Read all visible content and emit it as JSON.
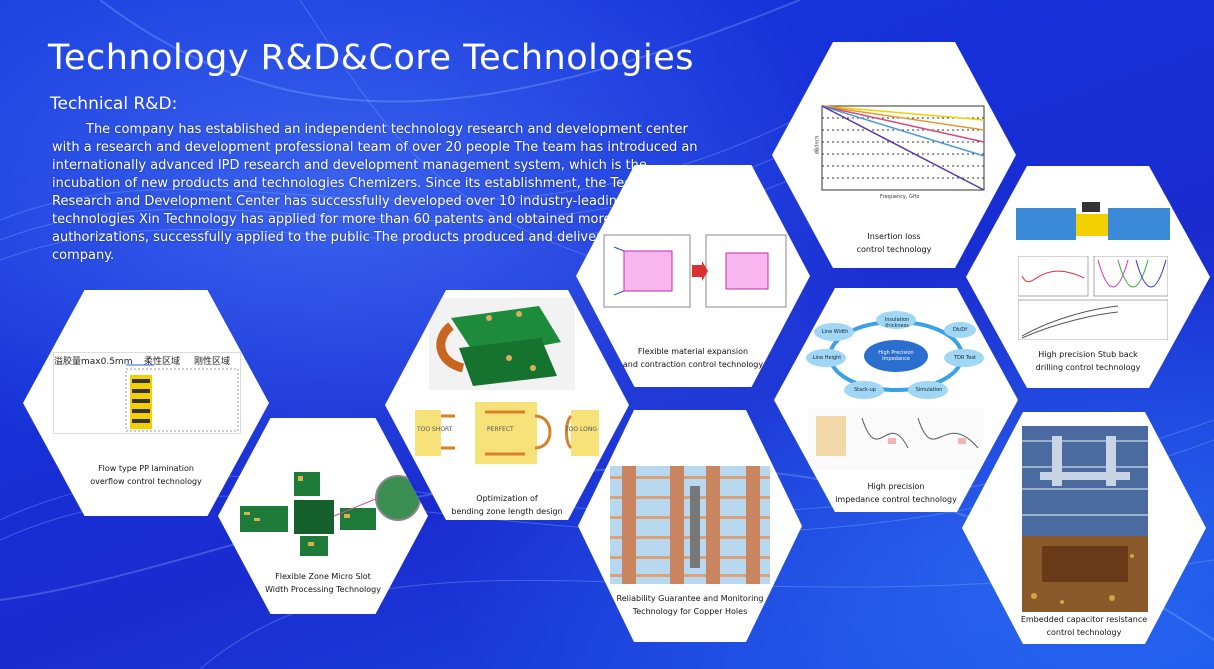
{
  "page": {
    "title": "Technology R&D&Core Technologies",
    "subtitle": "Technical R&D:",
    "paragraph": "The company has established an independent technology research and development center with a research and development professional team of over 20 people The team has introduced an internationally advanced IPD research and development management system, which is the incubation of new products and technologies Chemizers. Since its establishment, the Technology Research and Development Center has successfully developed over 10 industry-leading core technologies Xin Technology has applied for more than 60 patents and obtained more than 50 authorizations, successfully applied to the public The products produced and delivered by the company."
  },
  "tiles": {
    "flow_pp": {
      "caption1": "Flow type PP lamination",
      "caption2": "overflow control technology",
      "label_a": "溢胶量max0.5mm",
      "label_b": "柔性区域",
      "label_c": "刚性区域"
    },
    "micro_slot": {
      "caption1": "Flexible Zone Micro Slot",
      "caption2": "Width Processing Technology"
    },
    "bending": {
      "caption1": "Optimization of",
      "caption2": "bending zone length design",
      "label_a": "TOO SHORT",
      "label_b": "PERFECT",
      "label_c": "TOO LONG"
    },
    "expansion": {
      "caption1": "Flexible material expansion",
      "caption2": "and contraction control technology"
    },
    "copper": {
      "caption1": "Reliability Guarantee and Monitoring",
      "caption2": "Technology for Copper Holes"
    },
    "insertion": {
      "caption1": "Insertion loss",
      "caption2": "control technology",
      "ylabel": "dB/Inch",
      "xlabel": "Frequency, GHz"
    },
    "impedance": {
      "caption1": "High precision",
      "caption2": "impedance control technology",
      "center": "High Precision Impedance",
      "nodes": [
        "Insulation thickness",
        "Line Width",
        "Line Height",
        "Stack-up",
        "Simulation",
        "TDR Test",
        "Dk/Df"
      ]
    },
    "stub": {
      "caption1": "High precision Stub back",
      "caption2": "drilling control technology"
    },
    "capacitor": {
      "caption1": "Embedded capacitor resistance",
      "caption2": "control technology"
    }
  },
  "colors": {
    "background": "#1a3fe0",
    "text": "#ffffff",
    "tile": "#ffffff"
  }
}
